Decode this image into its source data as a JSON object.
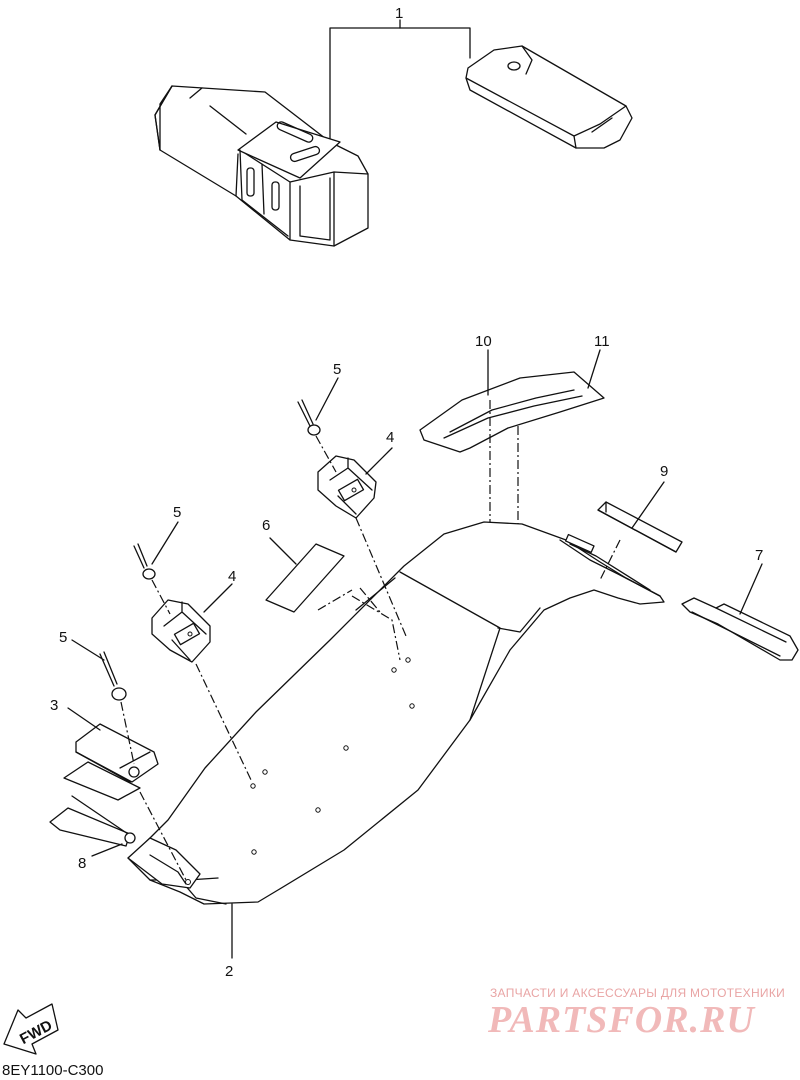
{
  "callouts": {
    "c1": "1",
    "c2": "2",
    "c3": "3",
    "c4a": "4",
    "c4b": "4",
    "c5a": "5",
    "c5b": "5",
    "c5c": "5",
    "c6": "6",
    "c7": "7",
    "c8": "8",
    "c9": "9",
    "c10": "10",
    "c11": "11"
  },
  "fwd_label": "FWD",
  "part_code": "8EY1100-C300",
  "watermark": {
    "tagline": "ЗАПЧАСТИ И АКСЕССУАРЫ ДЛЯ МОТОТЕХНИКИ",
    "logo": "PARTSFOR.RU"
  },
  "colors": {
    "line": "#111111",
    "watermark": "#f1b9b9"
  }
}
